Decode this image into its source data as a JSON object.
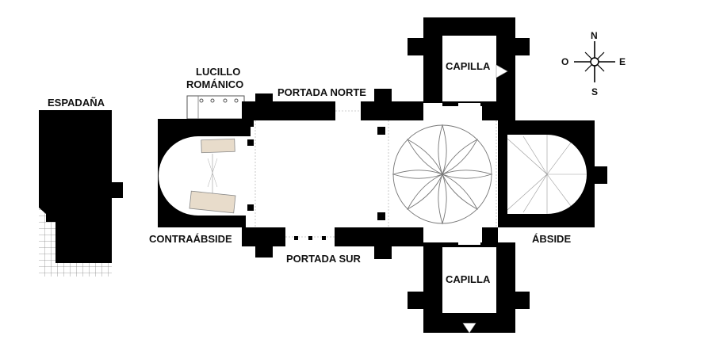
{
  "labels": {
    "espadana": "ESPADAÑA",
    "lucillo_line1": "LUCILLO",
    "lucillo_line2": "ROMÁNICO",
    "portada_norte": "PORTADA NORTE",
    "portada_sur": "PORTADA SUR",
    "contraabside": "CONTRAÁBSIDE",
    "abside": "ÁBSIDE",
    "capilla_norte": "CAPILLA",
    "capilla_sur": "CAPILLA"
  },
  "compass": {
    "n": "N",
    "s": "S",
    "e": "E",
    "o": "O"
  },
  "colors": {
    "wall": "#000000",
    "tomb": "#e8dccb",
    "background": "#ffffff"
  }
}
